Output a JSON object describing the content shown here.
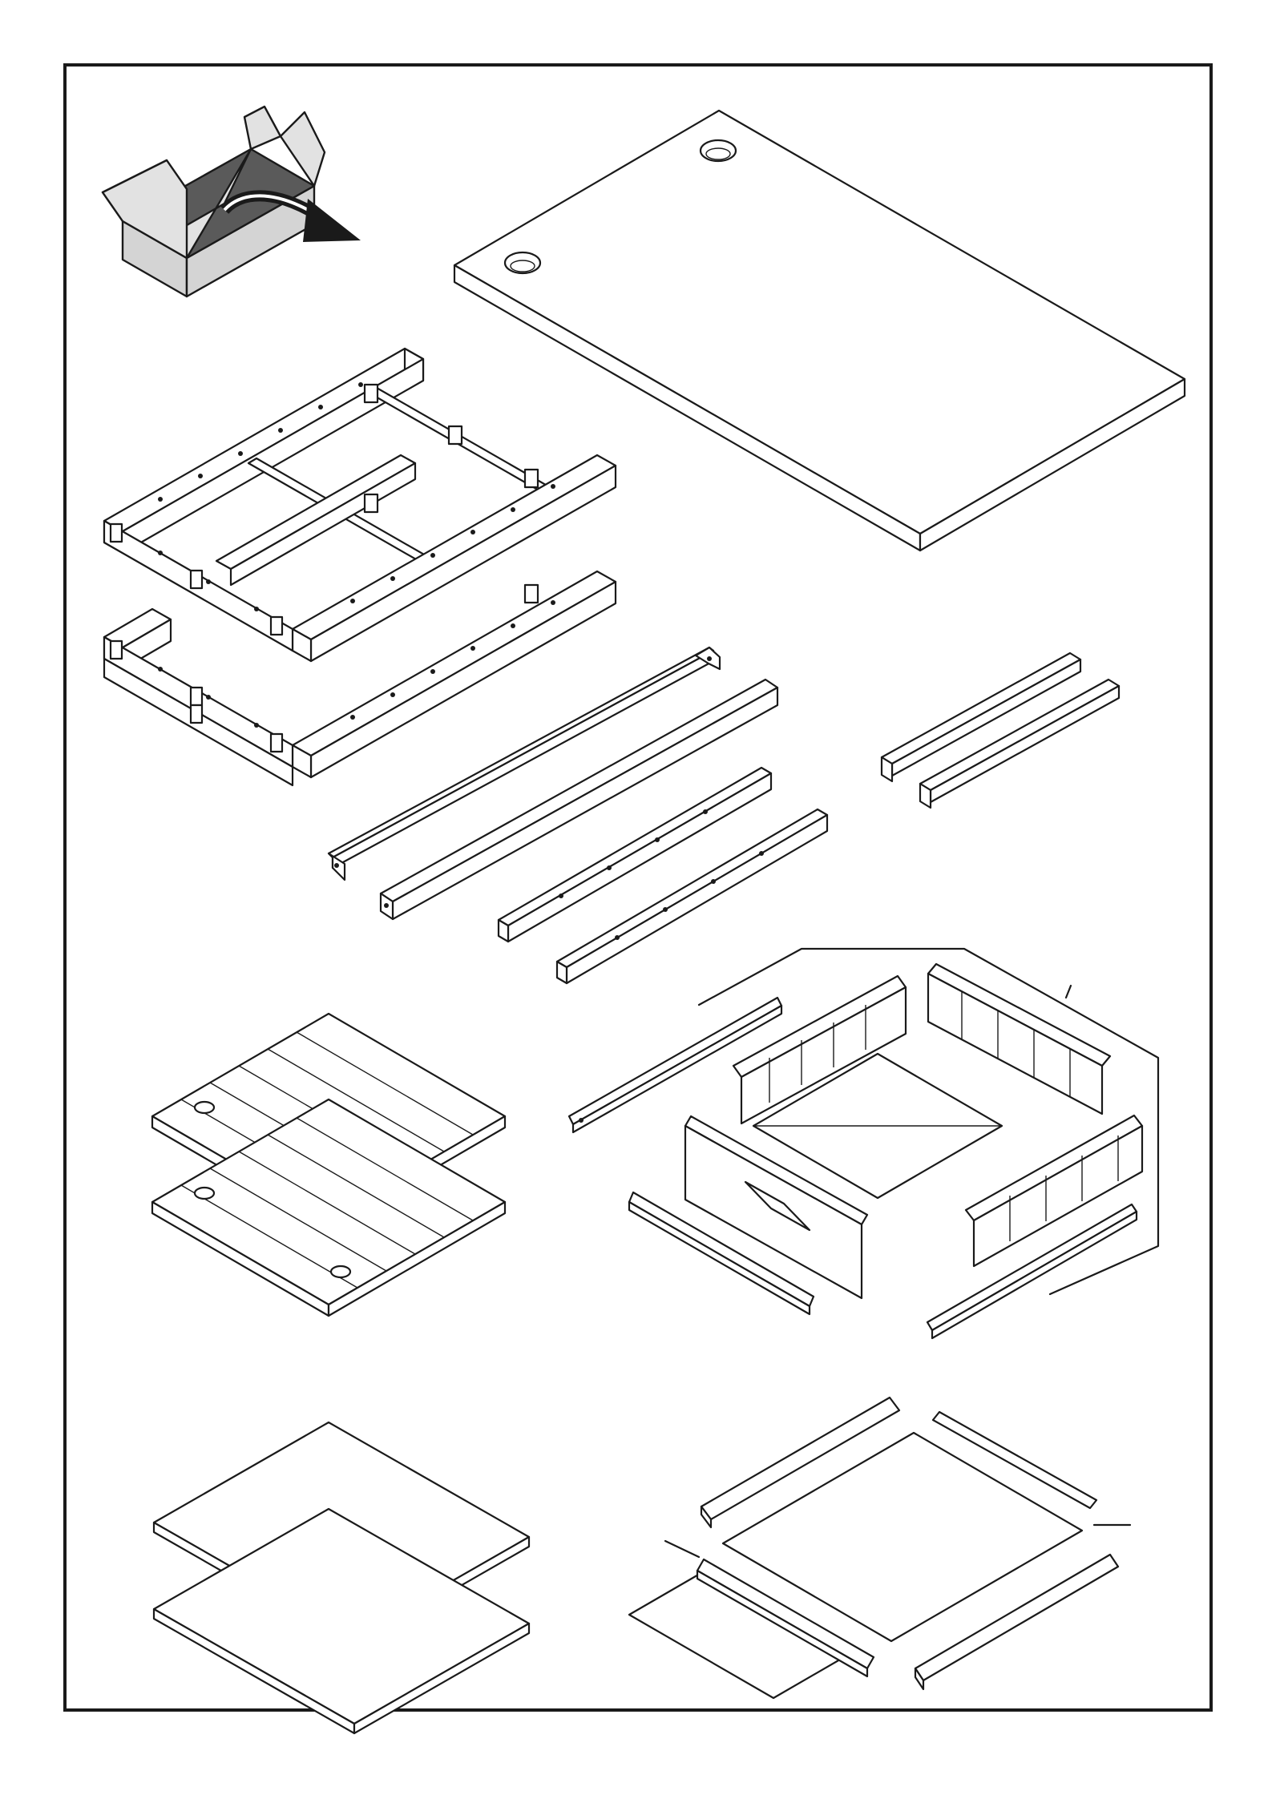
{
  "page": {
    "kind": "assembly-instruction-parts-overview",
    "colors": {
      "line": "#1a1a1a",
      "box_gray": "#d4d4d4",
      "box_dark": "#5a5a5a",
      "arrow": "#1a1a1a"
    }
  },
  "parts": [
    {
      "id": "open-box",
      "icon": "unpack-box-icon"
    },
    {
      "id": "desktop-panel",
      "icon": "tabletop-with-cable-holes-icon"
    },
    {
      "id": "frame-upper",
      "icon": "steel-frame-icon"
    },
    {
      "id": "frame-lower",
      "icon": "steel-frame-icon"
    },
    {
      "id": "long-rails",
      "icon": "rail-set-icon",
      "count": 4
    },
    {
      "id": "short-rails",
      "icon": "short-rail-icon",
      "count": 2
    },
    {
      "id": "drawer-shelves",
      "icon": "slatted-shelf-icon",
      "count": 2
    },
    {
      "id": "drawer-kit",
      "icon": "drawer-assembly-icon"
    },
    {
      "id": "flat-panels",
      "icon": "flat-board-icon",
      "count": 2
    },
    {
      "id": "drawer-kit-2",
      "icon": "drawer-base-assembly-icon"
    }
  ]
}
